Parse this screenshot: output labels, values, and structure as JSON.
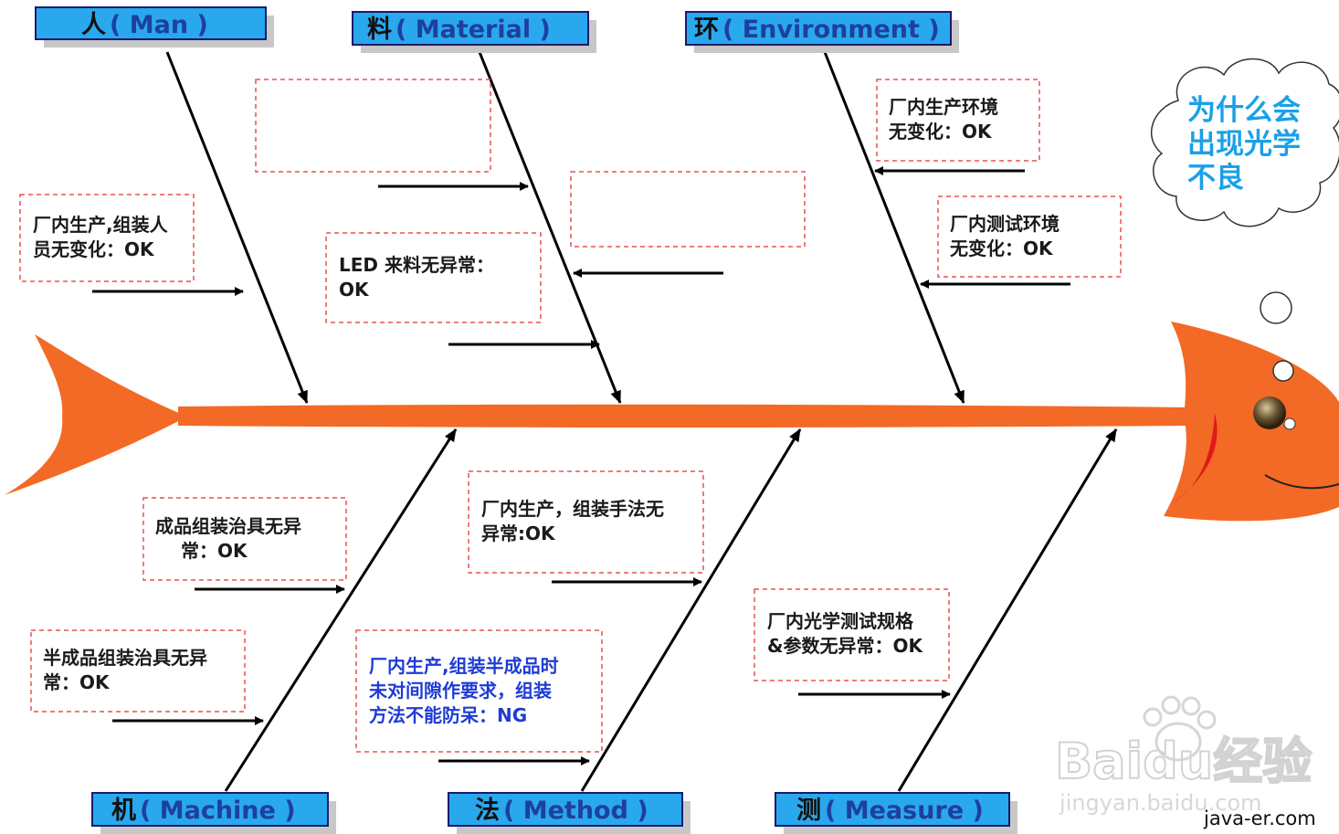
{
  "categories": {
    "man": {
      "char": "人",
      "label": "( Man )"
    },
    "material": {
      "char": "料",
      "label": "( Material )"
    },
    "environment": {
      "char": "环",
      "label": "( Environment )"
    },
    "machine": {
      "char": "机",
      "label": "( Machine )"
    },
    "method": {
      "char": "法",
      "label": "( Method )"
    },
    "measure": {
      "char": "测",
      "label": "( Measure )"
    }
  },
  "notes": {
    "man_assembly": [
      "厂内生产,组装人",
      "员无变化：OK"
    ],
    "material_empty_1": [],
    "material_empty_2": [],
    "material_led": [
      "LED 来料无异常：",
      "OK"
    ],
    "env_production": [
      "厂内生产环境",
      "无变化：OK"
    ],
    "env_test": [
      "厂内测试环境",
      "无变化：OK"
    ],
    "machine_finished": [
      "成品组装治具无异",
      "常：OK"
    ],
    "machine_semi": [
      "半成品组装治具无异",
      "常：OK"
    ],
    "method_technique": [
      "厂内生产，组装手法无",
      "异常:OK"
    ],
    "method_gap": [
      "厂内生产,组装半成品时",
      "未对间隙作要求，组装",
      "方法不能防呆：NG"
    ],
    "measure_spec": [
      "厂内光学测试规格",
      "&参数无异常：OK"
    ]
  },
  "problem": [
    "为什么会",
    "出现光学",
    "不良"
  ],
  "watermark": {
    "brand": "Baidu经验",
    "url": "jingyan.baidu.com",
    "credit": "java-er.com"
  },
  "colors": {
    "fish": "#f26a26",
    "label_fill": "#29a8ee",
    "label_border": "#1a1a6e",
    "label_text": "#1f3f9e",
    "note_border": "#e85050",
    "problem_text": "#1aa0e8",
    "ng_text": "#1f3bd6"
  }
}
